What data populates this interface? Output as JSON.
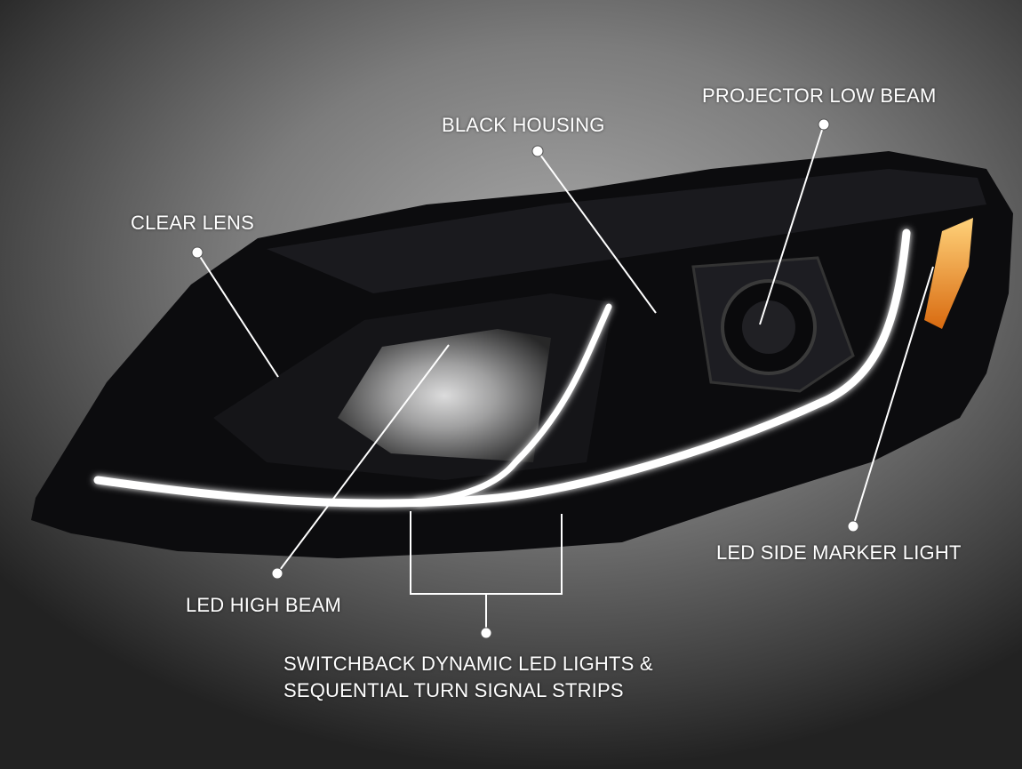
{
  "callouts": {
    "clear_lens": "CLEAR LENS",
    "black_housing": "BLACK HOUSING",
    "projector_low_beam": "PROJECTOR LOW BEAM",
    "led_side_marker": "LED SIDE MARKER LIGHT",
    "led_high_beam": "LED HIGH BEAM",
    "switchback_line1": "SWITCHBACK DYNAMIC LED LIGHTS &",
    "switchback_line2": "SEQUENTIAL TURN SIGNAL STRIPS"
  },
  "colors": {
    "housing": "#0c0c0e",
    "drl": "#ffffff",
    "amber_marker": "#f0a020",
    "callout_line": "#ffffff"
  }
}
